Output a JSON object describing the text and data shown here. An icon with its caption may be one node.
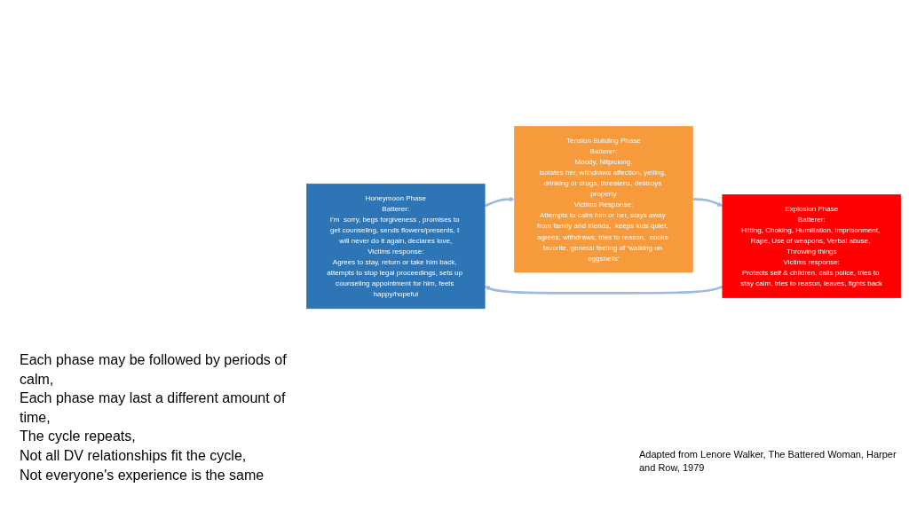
{
  "diagram": {
    "nodes": [
      {
        "text": [
          "Honeymoon Phase",
          "Batterer:",
          "I’m  sorry, begs forgiveness , promises to get counseling, sends flowers/presents, I will never do it again, declares love,",
          "Victims response:",
          "Agrees to stay, return or take him back, attempts to stop legal proceedings, sets up counseling appointment for him, feels happy/hopeful"
        ]
      },
      {
        "text": [
          "Tension Building Phase",
          "Batterer:",
          "Moody, Nitpicking,",
          "isolates her, withdraws affection, yelling, drinking or drugs, threatens, destroys property",
          "Victims Response:",
          "Attempts to calm him or her, stays away from family and friends,  keeps kids quiet, agrees, withdraws, tries to reason,  cooks favorite, general feeling of ‘walking on eggshells’"
        ]
      },
      {
        "text": [
          "Explosion Phase",
          "Batterer:",
          "Hitting, Choking, Humiliation, Imprisonment, Rape, Use of weapons, Verbal abuse, Throwing things",
          "Victims response:",
          "Protects self & children, calls police, tries to stay calm, tries to reason, leaves, fights back"
        ]
      }
    ],
    "edges": [
      {
        "from": 0,
        "to": 1,
        "arrow": "to"
      },
      {
        "from": 1,
        "to": 2,
        "arrow": "to"
      },
      {
        "from": 2,
        "to": 0,
        "arrow": "to"
      }
    ],
    "labels": [
      "Each phase may be followed by periods of calm,",
      "Each phase may last a different amount of time,",
      "The cycle repeats,",
      "Not all DV relationships fit the cycle,",
      "Not everyone's experience is the same",
      "Adapted from Lenore Walker, The Battered Woman, Harper and Row, 1979"
    ]
  }
}
